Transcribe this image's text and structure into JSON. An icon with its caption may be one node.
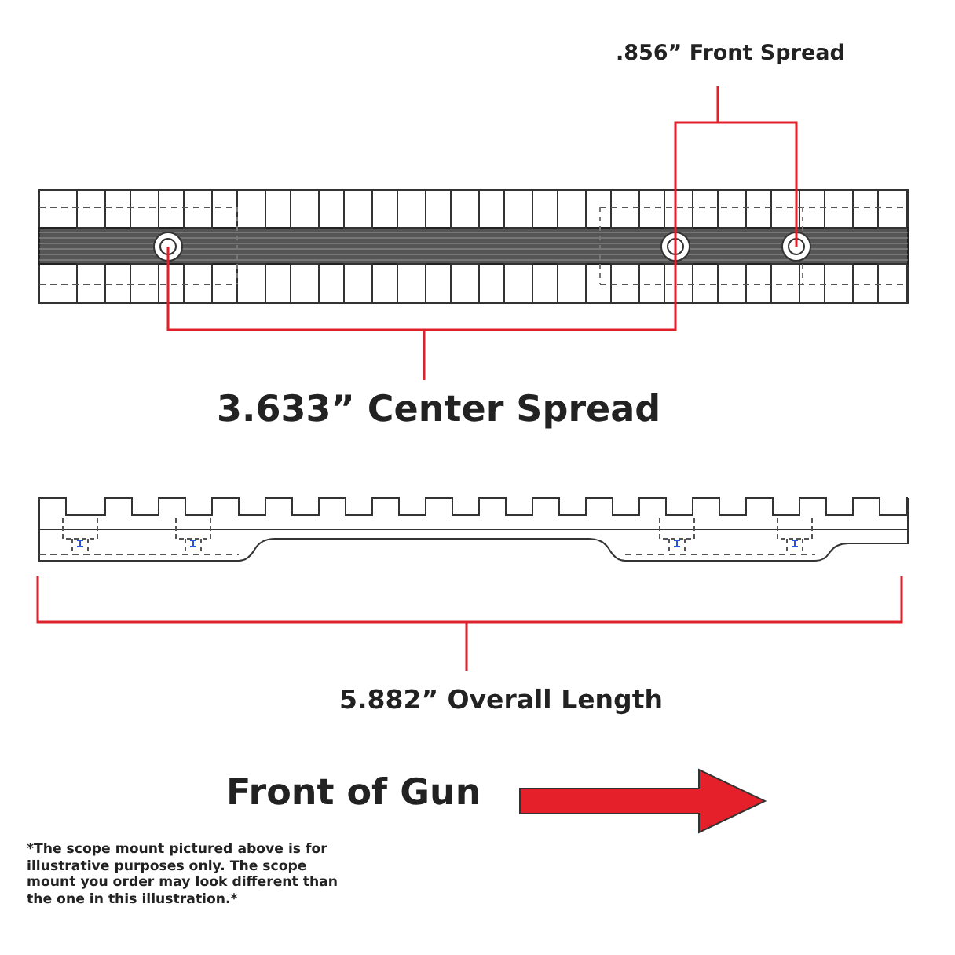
{
  "diagram": {
    "labels": [
      ".856” Front Spread",
      "3.633” Center Spread",
      "5.882” Overall Length",
      "Front of Gun",
      "*The scope mount pictured above is for illustrative purposes only. The scope mount you order may look different than the one in this illustration.*"
    ]
  }
}
